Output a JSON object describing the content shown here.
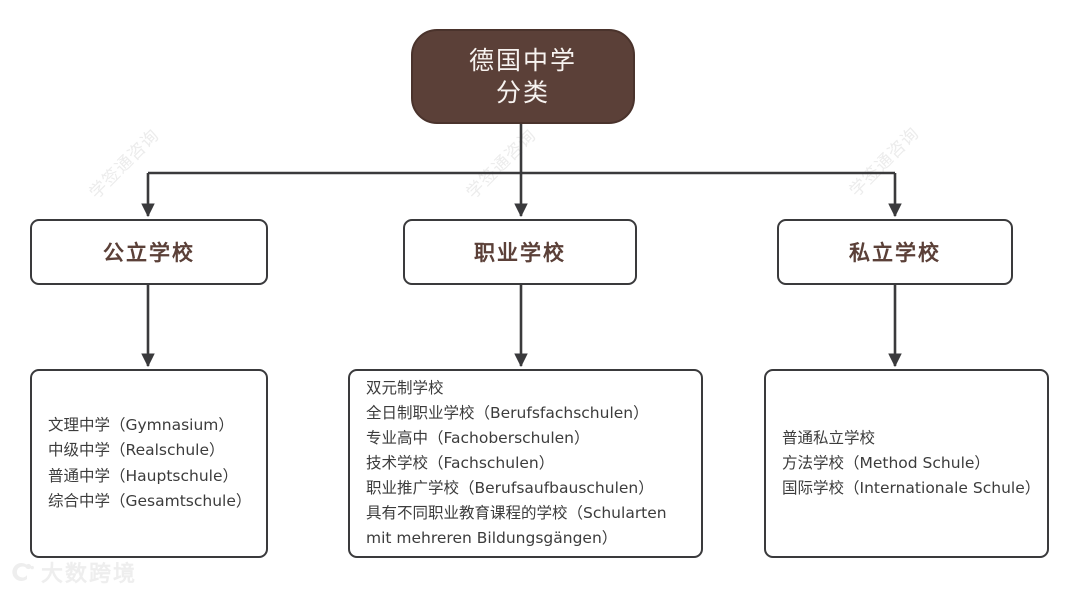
{
  "diagram": {
    "title": "德国中学分类",
    "type": "org-chart",
    "root": {
      "id": "root",
      "label_lines": [
        "德国中学",
        "分类"
      ],
      "fill": "#5b4038",
      "text_color": "#f7f3f0"
    },
    "categories": [
      {
        "id": "cat0",
        "label": "公立学校",
        "text_color": "#5b4038"
      },
      {
        "id": "cat1",
        "label": "职业学校",
        "text_color": "#5b4038"
      },
      {
        "id": "cat2",
        "label": "私立学校",
        "text_color": "#5b4038"
      }
    ],
    "leaves": [
      {
        "id": "leaf0",
        "parent": "cat0",
        "items": [
          "文理中学（Gymnasium）",
          "中级中学（Realschule）",
          "普通中学（Hauptschule）",
          "综合中学（Gesamtschule）"
        ]
      },
      {
        "id": "leaf1",
        "parent": "cat1",
        "items": [
          "双元制学校",
          "全日制职业学校（Berufsfachschulen）",
          "专业高中（Fachoberschulen）",
          "技术学校（Fachschulen）",
          "职业推广学校（Berufsaufbauschulen）",
          "具有不同职业教育课程的学校（Schularten mit mehreren Bildungsgängen）"
        ]
      },
      {
        "id": "leaf2",
        "parent": "cat2",
        "items": [
          "普通私立学校",
          "方法学校（Method Schule）",
          "国际学校（Internationale Schule）"
        ]
      }
    ],
    "colors": {
      "root_fill": "#5b4038",
      "root_border": "#4a332c",
      "box_border": "#3a3a3c",
      "box_fill": "#ffffff",
      "heading_text": "#5b4038",
      "body_text": "#3c3c3c",
      "connector": "#3a3a3c",
      "watermark": "#ececec"
    }
  },
  "watermarks": {
    "diagonal_text": "学签通咨询",
    "corner_text": "大数跨境"
  }
}
